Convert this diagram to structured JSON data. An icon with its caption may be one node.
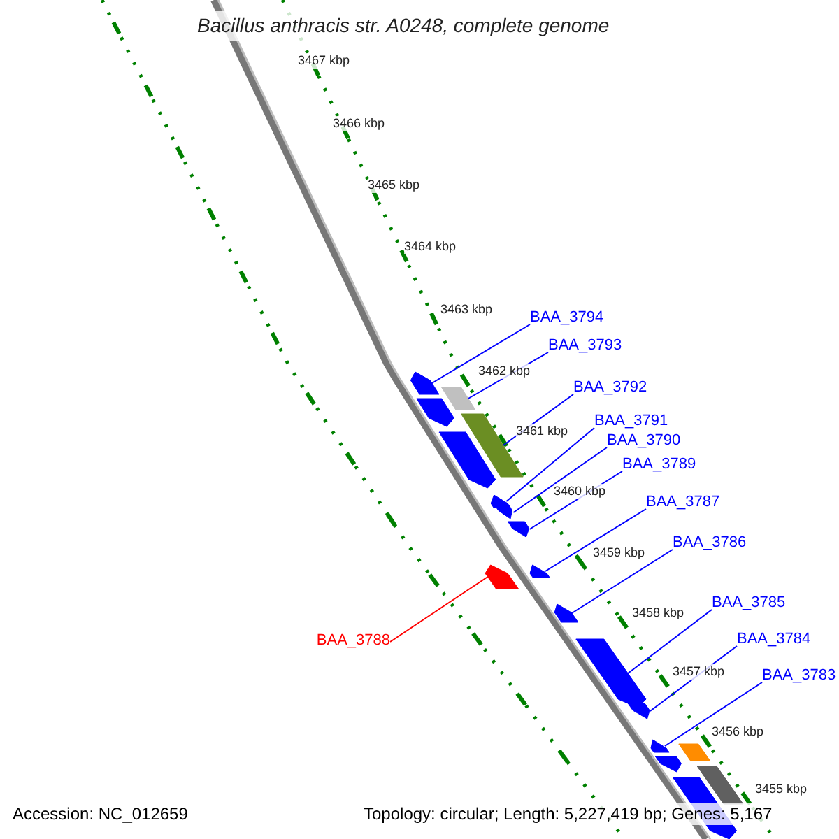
{
  "diagram": {
    "title": "Bacillus anthracis str. A0248, complete genome",
    "nodes": [
      {
        "text": [
          "BAA_3794"
        ]
      },
      {
        "text": [
          "BAA_3793"
        ]
      },
      {
        "text": [
          "BAA_3792"
        ]
      },
      {
        "text": [
          "BAA_3791"
        ]
      },
      {
        "text": [
          "BAA_3790"
        ]
      },
      {
        "text": [
          "BAA_3789"
        ]
      },
      {
        "text": [
          "BAA_3787"
        ]
      },
      {
        "text": [
          "BAA_3786"
        ]
      },
      {
        "text": [
          "BAA_3785"
        ]
      },
      {
        "text": [
          "BAA_3788"
        ]
      },
      {
        "text": [
          "BAA_3784"
        ]
      },
      {
        "text": [
          "BAA_3783"
        ]
      },
      {
        "text": [],
        "shape": "bar"
      },
      {
        "text": [],
        "shape": "bar"
      },
      {
        "text": [],
        "shape": "bar"
      },
      {
        "text": [],
        "shape": "bar"
      },
      {
        "text": [],
        "shape": "bar"
      },
      {
        "text": [],
        "shape": "bar"
      },
      {
        "text": [],
        "shape": "bar"
      },
      {
        "text": [],
        "shape": "bar"
      },
      {
        "text": [],
        "shape": "bar"
      },
      {
        "text": [],
        "shape": "bar"
      },
      {
        "text": [],
        "shape": "bar"
      },
      {
        "text": [],
        "shape": "bar"
      },
      {
        "text": [],
        "shape": "bar"
      },
      {
        "text": [],
        "shape": "bar"
      },
      {
        "text": [],
        "shape": "bar"
      },
      {
        "text": [],
        "shape": "bar"
      },
      {
        "text": [],
        "shape": "bar"
      },
      {
        "text": [],
        "shape": "bar"
      }
    ],
    "edges": [
      {
        "from": 0,
        "to": 12,
        "arrow": "none"
      },
      {
        "from": 1,
        "to": 13,
        "arrow": "none"
      },
      {
        "from": 2,
        "to": 14,
        "arrow": "none"
      },
      {
        "from": 3,
        "to": 15,
        "arrow": "none"
      },
      {
        "from": 4,
        "to": 16,
        "arrow": "none"
      },
      {
        "from": 5,
        "to": 17,
        "arrow": "none"
      },
      {
        "from": 6,
        "to": 19,
        "arrow": "none"
      },
      {
        "from": 7,
        "to": 20,
        "arrow": "none"
      },
      {
        "from": 8,
        "to": 21,
        "arrow": "none"
      },
      {
        "from": 9,
        "to": 18,
        "arrow": "none",
        "color": "#ff0000"
      },
      {
        "from": 10,
        "to": 22,
        "arrow": "none"
      },
      {
        "from": 11,
        "to": 23,
        "arrow": "none"
      }
    ],
    "labels": [
      "3467 kbp",
      "3466 kbp",
      "3465 kbp",
      "3464 kbp",
      "3463 kbp",
      "3462 kbp",
      "3461 kbp",
      "3460 kbp",
      "3459 kbp",
      "3458 kbp",
      "3457 kbp",
      "3456 kbp",
      "3455 kbp",
      "Accession: NC_012659",
      "Topology: circular; Length: 5,227,419 bp; Genes: 5,167"
    ]
  }
}
